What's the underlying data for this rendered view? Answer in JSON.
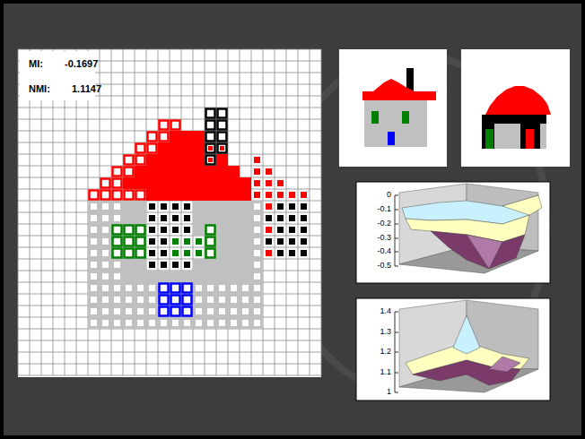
{
  "diagram": {
    "labels": [
      "MI:",
      "-0.1697",
      "NMI:",
      "1.1147",
      "0",
      "-0.1",
      "-0.2",
      "-0.3",
      "-0.4",
      "-0.5",
      "1.4",
      "1.3",
      "1.2",
      "1.1",
      "1"
    ]
  }
}
